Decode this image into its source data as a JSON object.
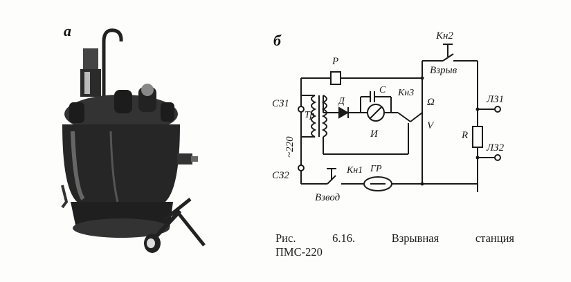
{
  "panels": {
    "a": "а",
    "b": "б"
  },
  "schematic": {
    "labels": {
      "kn2": "Кн2",
      "vzryv": "Взрыв",
      "r_top": "Р",
      "c": "С",
      "kn3": "Кн3",
      "omega": "Ω",
      "v": "V",
      "sz1": "СЗ1",
      "tr": "Тр",
      "d": "Д",
      "i": "И",
      "voltage": "~220",
      "sz2": "СЗ2",
      "lz1": "ЛЗ1",
      "r_load": "R",
      "lz2": "ЛЗ2",
      "kn1": "Кн1",
      "gr": "ГР",
      "vzvod": "Взвод"
    }
  },
  "caption": {
    "line1": "Рис.   6.16.   Взрывная   станция",
    "line2": "ПМС-220"
  }
}
